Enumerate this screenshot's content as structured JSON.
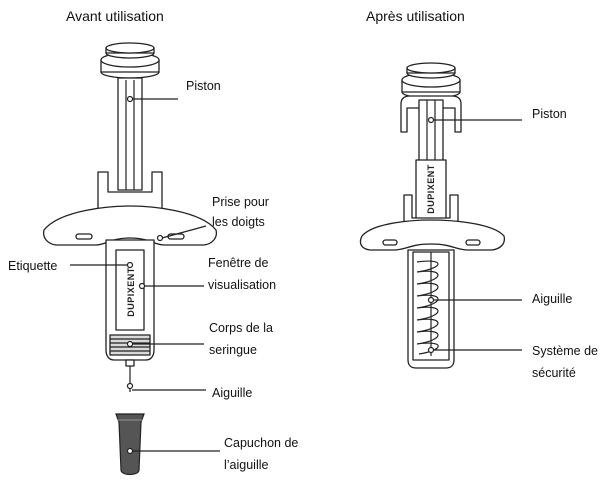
{
  "titles": {
    "before": "Avant utilisation",
    "after": "Après utilisation"
  },
  "before_labels": {
    "piston": "Piston",
    "finger_grip_1": "Prise pour",
    "finger_grip_2": "les doigts",
    "label": "Etiquette",
    "window_1": "Fenêtre de",
    "window_2": "visualisation",
    "body_1": "Corps de la",
    "body_2": "seringue",
    "needle": "Aiguille",
    "cap_1": "Capuchon de",
    "cap_2": "l’aiguille"
  },
  "after_labels": {
    "piston": "Piston",
    "needle": "Aiguille",
    "safety_1": "Système de",
    "safety_2": "sécurité"
  },
  "brand": "DUPIXENT"
}
